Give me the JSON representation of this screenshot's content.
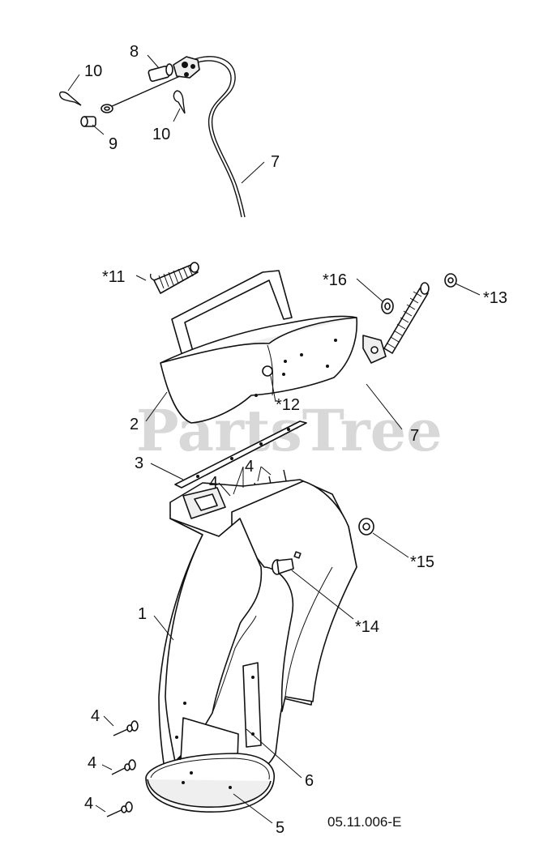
{
  "watermark": "PartsTree",
  "reference_code": "05.11.006-E",
  "callouts": {
    "c1": "1",
    "c2": "2",
    "c3": "3",
    "c4a": "4",
    "c4b": "4",
    "c4c": "4",
    "c4d": "4",
    "c4e": "4",
    "c5": "5",
    "c6": "6",
    "c7a": "7",
    "c7b": "7",
    "c8": "8",
    "c9": "9",
    "c10a": "10",
    "c10b": "10",
    "c11": "*11",
    "c12": "*12",
    "c13": "*13",
    "c14": "*14",
    "c15": "*15",
    "c16": "*16"
  }
}
